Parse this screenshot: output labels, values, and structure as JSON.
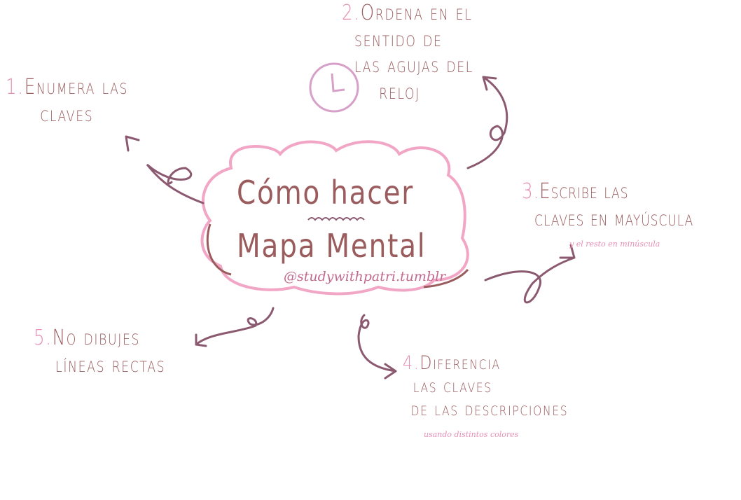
{
  "center": {
    "title_line1": "Cómo hacer",
    "title_line2": "Mapa Mental",
    "handle": "@studywithpatri.tumblr"
  },
  "branches": [
    {
      "number": "1.",
      "lines": [
        "Enumera las",
        "claves"
      ]
    },
    {
      "number": "2.",
      "lines": [
        "Ordena en el",
        "sentido de",
        "las agujas del",
        "reloj"
      ]
    },
    {
      "number": "3.",
      "lines": [
        "Escribe las",
        "claves en mayúscula"
      ],
      "note": "y el resto en minúscula"
    },
    {
      "number": "4.",
      "lines": [
        "Diferencia",
        "las claves",
        "de las descripciones"
      ],
      "note": "usando distintos colores"
    },
    {
      "number": "5.",
      "lines": [
        "No dibujes",
        "líneas rectas"
      ]
    }
  ],
  "colors": {
    "text": "#9b5c5e",
    "accent": "#e78fb5",
    "cloud": "#f2a6c6",
    "arrow": "#8c5a70"
  },
  "icons": [
    "clock-icon",
    "arrow-icon",
    "cloud-shape"
  ]
}
